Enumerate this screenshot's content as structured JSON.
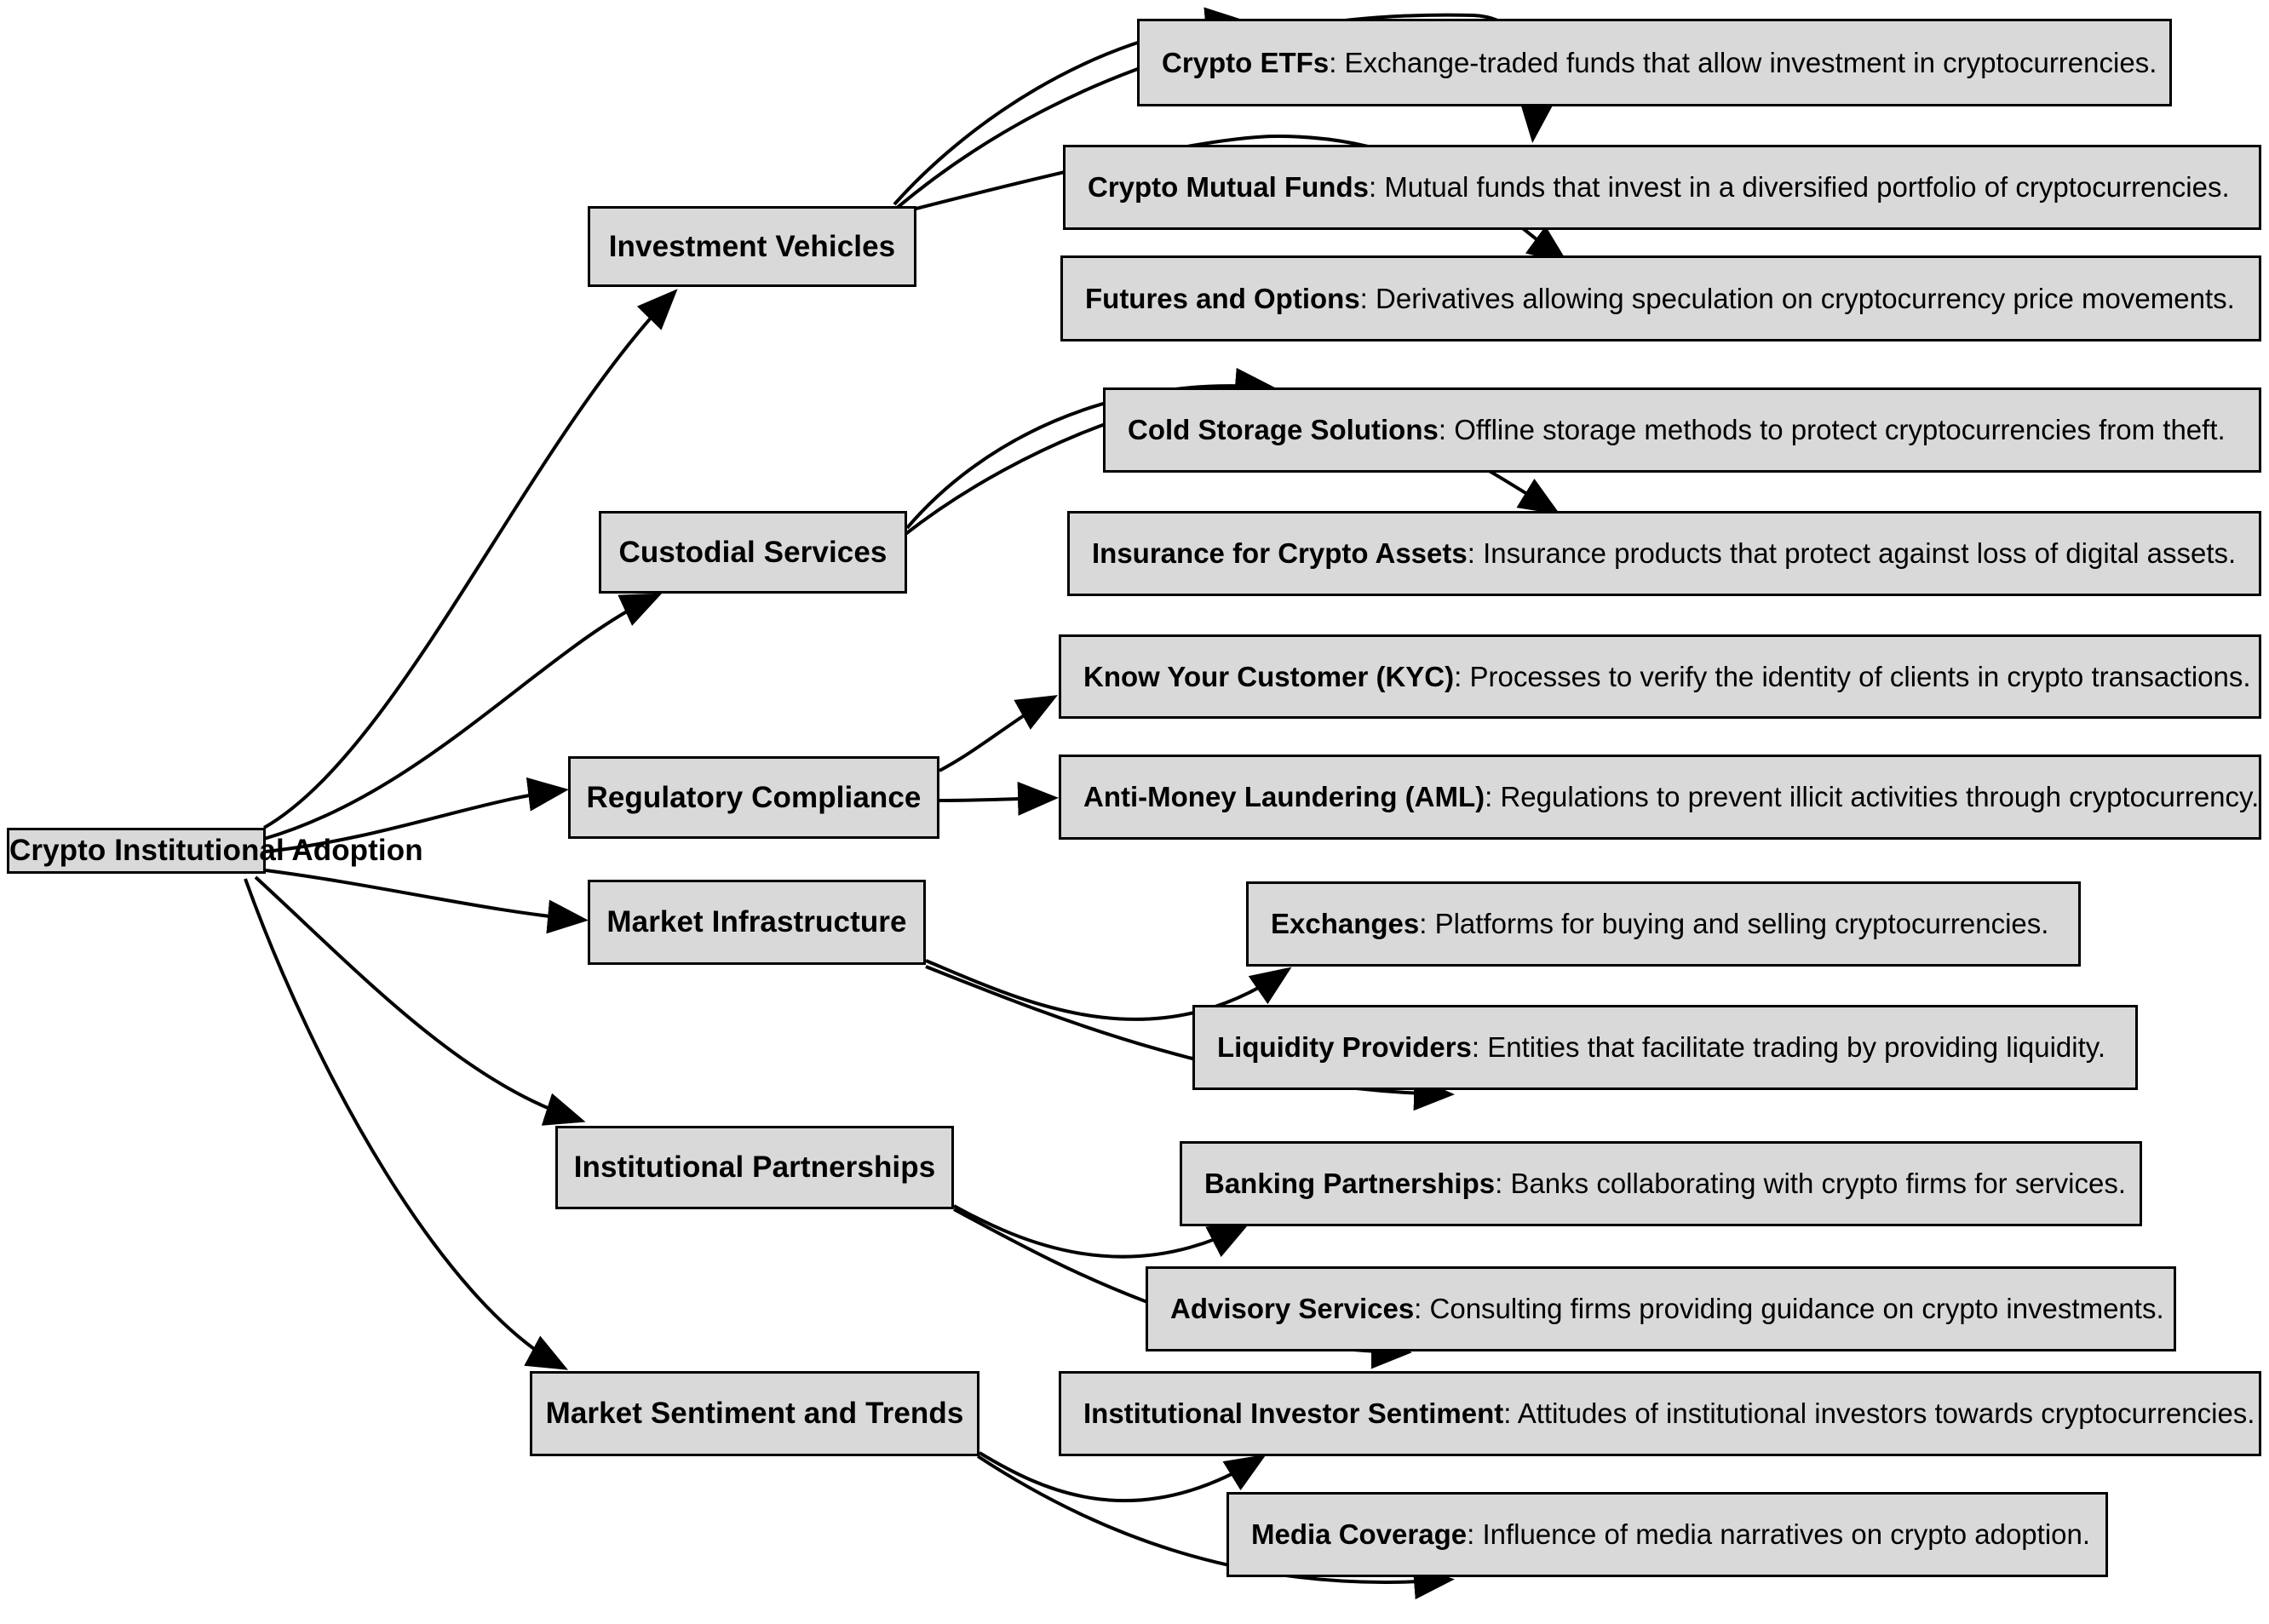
{
  "diagram": {
    "type": "hierarchy-flowchart",
    "title": "Crypto Institutional Adoption",
    "style": {
      "node_fill": "#d9d9d9",
      "node_border": "#000000",
      "edge_color": "#000000",
      "background": "#ffffff",
      "text_color": "#000000"
    }
  },
  "root": {
    "id": "root",
    "label": "Crypto Institutional Adoption"
  },
  "categories": [
    {
      "id": "investment_vehicles",
      "label": "Investment Vehicles"
    },
    {
      "id": "custodial_services",
      "label": "Custodial Services"
    },
    {
      "id": "regulatory_compliance",
      "label": "Regulatory Compliance"
    },
    {
      "id": "market_infrastructure",
      "label": "Market Infrastructure"
    },
    {
      "id": "institutional_partnerships",
      "label": "Institutional Partnerships"
    },
    {
      "id": "market_sentiment",
      "label": "Market Sentiment and Trends"
    }
  ],
  "leaves": [
    {
      "id": "crypto_etfs",
      "term": "Crypto ETFs",
      "sep": ": ",
      "desc": "Exchange-traded funds that allow investment in cryptocurrencies.",
      "parent": "investment_vehicles"
    },
    {
      "id": "crypto_mutual_funds",
      "term": "Crypto Mutual Funds",
      "sep": ": ",
      "desc": "Mutual funds that invest in a diversified portfolio of cryptocurrencies.",
      "parent": "investment_vehicles"
    },
    {
      "id": "futures_and_options",
      "term": "Futures and Options",
      "sep": ": ",
      "desc": "Derivatives allowing speculation on cryptocurrency price movements.",
      "parent": "investment_vehicles"
    },
    {
      "id": "cold_storage",
      "term": "Cold Storage Solutions",
      "sep": ": ",
      "desc": "Offline storage methods to protect cryptocurrencies from theft.",
      "parent": "custodial_services"
    },
    {
      "id": "insurance_crypto",
      "term": "Insurance for Crypto Assets",
      "sep": ": ",
      "desc": "Insurance products that protect against loss of digital assets.",
      "parent": "custodial_services"
    },
    {
      "id": "kyc",
      "term": "Know Your Customer (KYC)",
      "sep": ": ",
      "desc": "Processes to verify the identity of clients in crypto transactions.",
      "parent": "regulatory_compliance"
    },
    {
      "id": "aml",
      "term": "Anti-Money Laundering (AML)",
      "sep": ": ",
      "desc": "Regulations to prevent illicit activities through cryptocurrency.",
      "parent": "regulatory_compliance"
    },
    {
      "id": "exchanges",
      "term": "Exchanges",
      "sep": ": ",
      "desc": "Platforms for buying and selling cryptocurrencies.",
      "parent": "market_infrastructure"
    },
    {
      "id": "liquidity_providers",
      "term": "Liquidity Providers",
      "sep": ": ",
      "desc": "Entities that facilitate trading by providing liquidity.",
      "parent": "market_infrastructure"
    },
    {
      "id": "banking_partnerships",
      "term": "Banking Partnerships",
      "sep": ": ",
      "desc": "Banks collaborating with crypto firms for services.",
      "parent": "institutional_partnerships"
    },
    {
      "id": "advisory_services",
      "term": "Advisory Services",
      "sep": ": ",
      "desc": "Consulting firms providing guidance on crypto investments.",
      "parent": "institutional_partnerships"
    },
    {
      "id": "investor_sentiment",
      "term": "Institutional Investor Sentiment",
      "sep": ": ",
      "desc": "Attitudes of institutional investors towards cryptocurrencies.",
      "parent": "market_sentiment"
    },
    {
      "id": "media_coverage",
      "term": "Media Coverage",
      "sep": ": ",
      "desc": "Influence of media narratives on crypto adoption.",
      "parent": "market_sentiment"
    }
  ],
  "edges": [
    {
      "from": "root",
      "to": "investment_vehicles"
    },
    {
      "from": "root",
      "to": "custodial_services"
    },
    {
      "from": "root",
      "to": "regulatory_compliance"
    },
    {
      "from": "root",
      "to": "market_infrastructure"
    },
    {
      "from": "root",
      "to": "institutional_partnerships"
    },
    {
      "from": "root",
      "to": "market_sentiment"
    },
    {
      "from": "investment_vehicles",
      "to": "crypto_etfs"
    },
    {
      "from": "investment_vehicles",
      "to": "crypto_mutual_funds"
    },
    {
      "from": "investment_vehicles",
      "to": "futures_and_options"
    },
    {
      "from": "custodial_services",
      "to": "cold_storage"
    },
    {
      "from": "custodial_services",
      "to": "insurance_crypto"
    },
    {
      "from": "regulatory_compliance",
      "to": "kyc"
    },
    {
      "from": "regulatory_compliance",
      "to": "aml"
    },
    {
      "from": "market_infrastructure",
      "to": "exchanges"
    },
    {
      "from": "market_infrastructure",
      "to": "liquidity_providers"
    },
    {
      "from": "institutional_partnerships",
      "to": "banking_partnerships"
    },
    {
      "from": "institutional_partnerships",
      "to": "advisory_services"
    },
    {
      "from": "market_sentiment",
      "to": "investor_sentiment"
    },
    {
      "from": "market_sentiment",
      "to": "media_coverage"
    }
  ]
}
